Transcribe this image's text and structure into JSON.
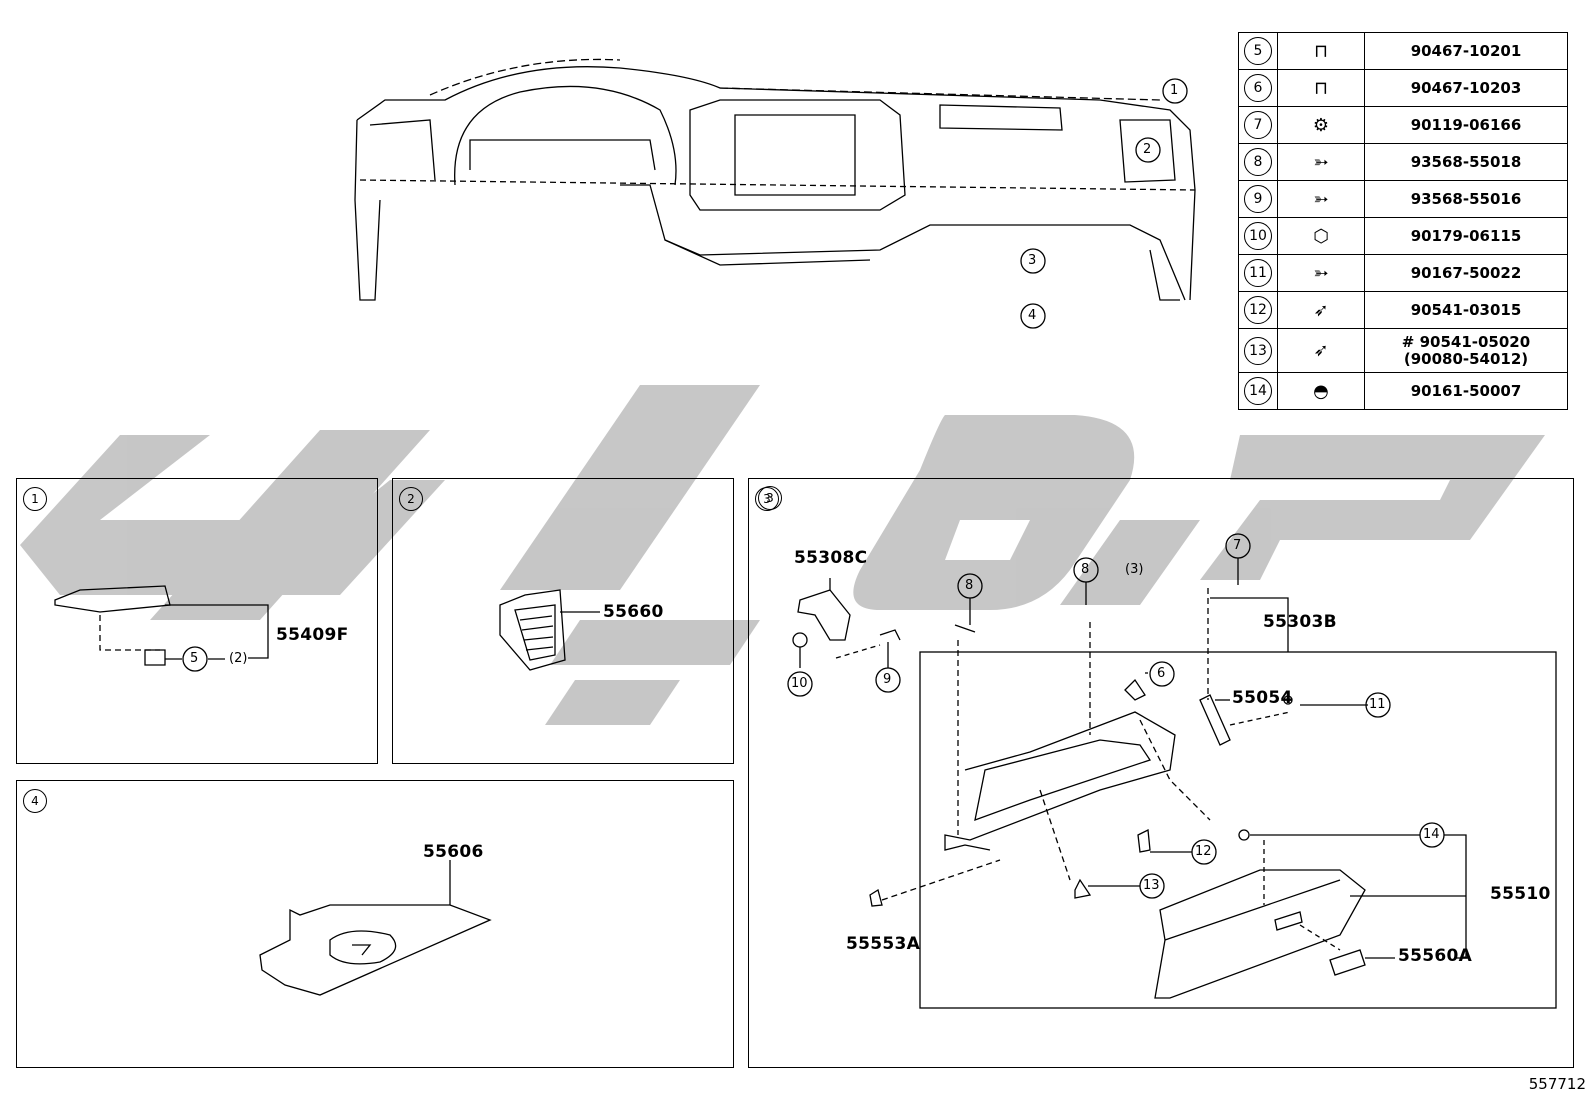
{
  "parts_table": [
    {
      "ref": "5",
      "icon": "clip-icon",
      "part_no": "90467-10201",
      "alt": ""
    },
    {
      "ref": "6",
      "icon": "clip-icon",
      "part_no": "90467-10203",
      "alt": ""
    },
    {
      "ref": "7",
      "icon": "bolt-icon",
      "part_no": "90119-06166",
      "alt": ""
    },
    {
      "ref": "8",
      "icon": "screw-icon",
      "part_no": "93568-55018",
      "alt": ""
    },
    {
      "ref": "9",
      "icon": "screw-icon",
      "part_no": "93568-55016",
      "alt": ""
    },
    {
      "ref": "10",
      "icon": "nut-icon",
      "part_no": "90179-06115",
      "alt": ""
    },
    {
      "ref": "11",
      "icon": "screw-icon",
      "part_no": "90167-50022",
      "alt": ""
    },
    {
      "ref": "12",
      "icon": "pin-icon",
      "part_no": "90541-03015",
      "alt": ""
    },
    {
      "ref": "13",
      "icon": "pin-icon",
      "part_no": "# 90541-05020",
      "alt": "(90080-54012)"
    },
    {
      "ref": "14",
      "icon": "cushion-icon",
      "part_no": "90161-50007",
      "alt": ""
    }
  ],
  "overview_callouts": [
    "1",
    "2",
    "3",
    "4"
  ],
  "panels": {
    "p1": {
      "num": "1",
      "label_part": "55409F",
      "clip_ref": "5",
      "clip_qty": "(2)"
    },
    "p2": {
      "num": "2",
      "label_part": "55660"
    },
    "p3": {
      "num": "3",
      "labels": [
        "55308C",
        "55303B",
        "55054",
        "55553A",
        "55510",
        "55560A"
      ],
      "refs": [
        "7",
        "8",
        "8",
        "(3)",
        "6",
        "9",
        "10",
        "11",
        "12",
        "13",
        "14"
      ]
    },
    "p4": {
      "num": "4",
      "label_part": "55606"
    }
  },
  "figure_id": "557712",
  "colors": {
    "watermark": "#c4c4c4",
    "line": "#000000"
  }
}
